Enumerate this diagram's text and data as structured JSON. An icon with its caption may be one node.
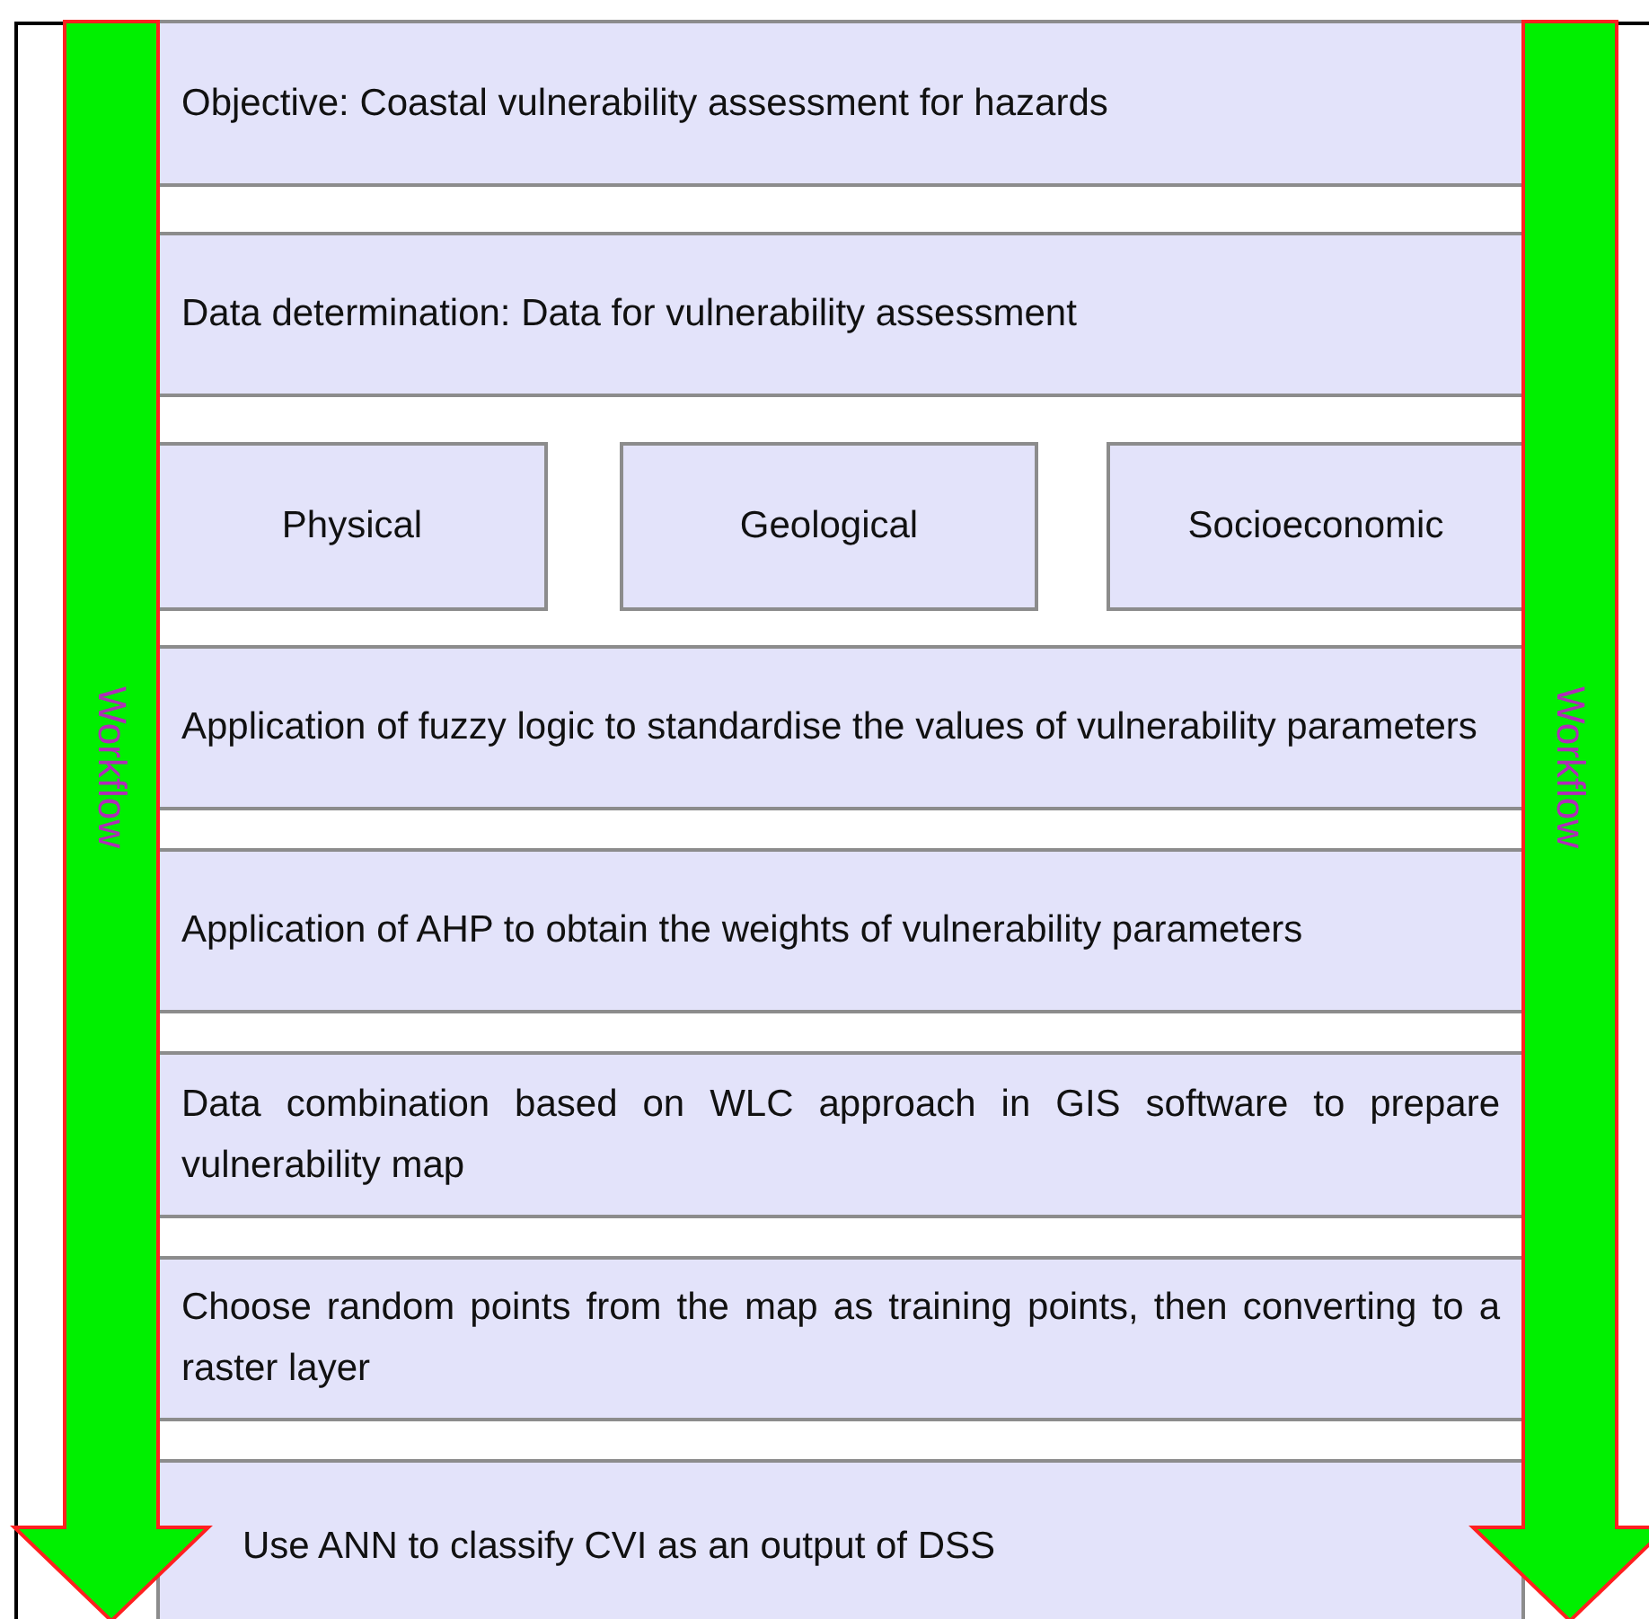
{
  "diagram": {
    "nodes": [
      {
        "text": [
          "Objective: Coastal vulnerability assessment for hazards"
        ]
      },
      {
        "text": [
          "Data determination: Data for vulnerability assessment"
        ]
      },
      {
        "text": [
          "Physical"
        ]
      },
      {
        "text": [
          "Geological"
        ]
      },
      {
        "text": [
          "Socioeconomic"
        ]
      },
      {
        "text": [
          "Application of fuzzy logic to standardise the values of vulnerability parameters"
        ]
      },
      {
        "text": [
          "Application of AHP to obtain the weights of vulnerability parameters"
        ]
      },
      {
        "text": [
          "Data combination based on WLC approach in GIS software to prepare vulnerability map"
        ]
      },
      {
        "text": [
          "Choose random points from the map as training points, then converting to a raster layer"
        ]
      },
      {
        "text": [
          "Use ANN to classify CVI as an output of DSS"
        ]
      },
      {
        "text": [
          "Workflow"
        ]
      },
      {
        "text": [
          "Workflow"
        ]
      }
    ]
  }
}
